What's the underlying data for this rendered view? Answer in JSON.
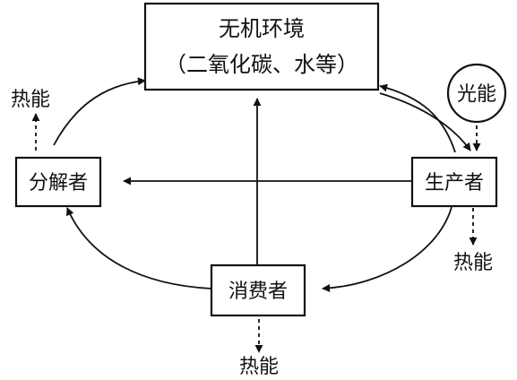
{
  "nodes": {
    "environment": {
      "line1": "无机环境",
      "line2": "（二氧化碳、水等）"
    },
    "producer": {
      "label": "生产者"
    },
    "consumer": {
      "label": "消费者"
    },
    "decomposer": {
      "label": "分解者"
    },
    "light": {
      "label": "光能"
    }
  },
  "heat": {
    "decomposer": "热能",
    "producer": "热能",
    "consumer": "热能"
  }
}
